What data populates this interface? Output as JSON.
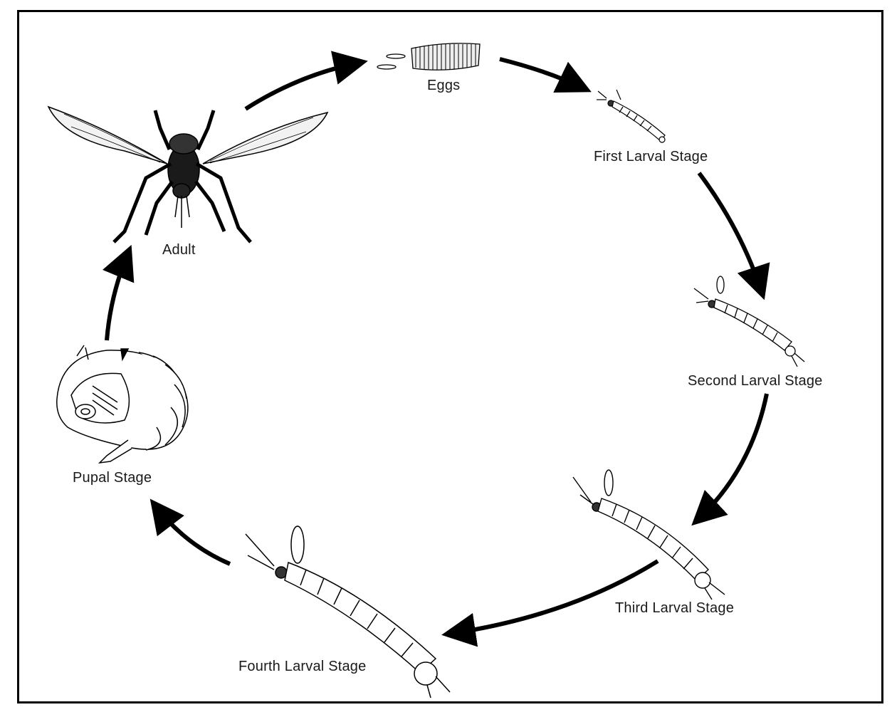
{
  "diagram": {
    "stages": {
      "eggs": "Eggs",
      "first_larval": "First Larval Stage",
      "second_larval": "Second Larval Stage",
      "third_larval": "Third Larval Stage",
      "fourth_larval": "Fourth Larval Stage",
      "pupal": "Pupal Stage",
      "adult": "Adult"
    },
    "colors": {
      "line": "#000000",
      "background": "#ffffff"
    },
    "icons": [
      "mosquito-adult-icon",
      "egg-raft-icon",
      "larva-icon",
      "pupa-icon",
      "cycle-arrow-icon"
    ]
  }
}
